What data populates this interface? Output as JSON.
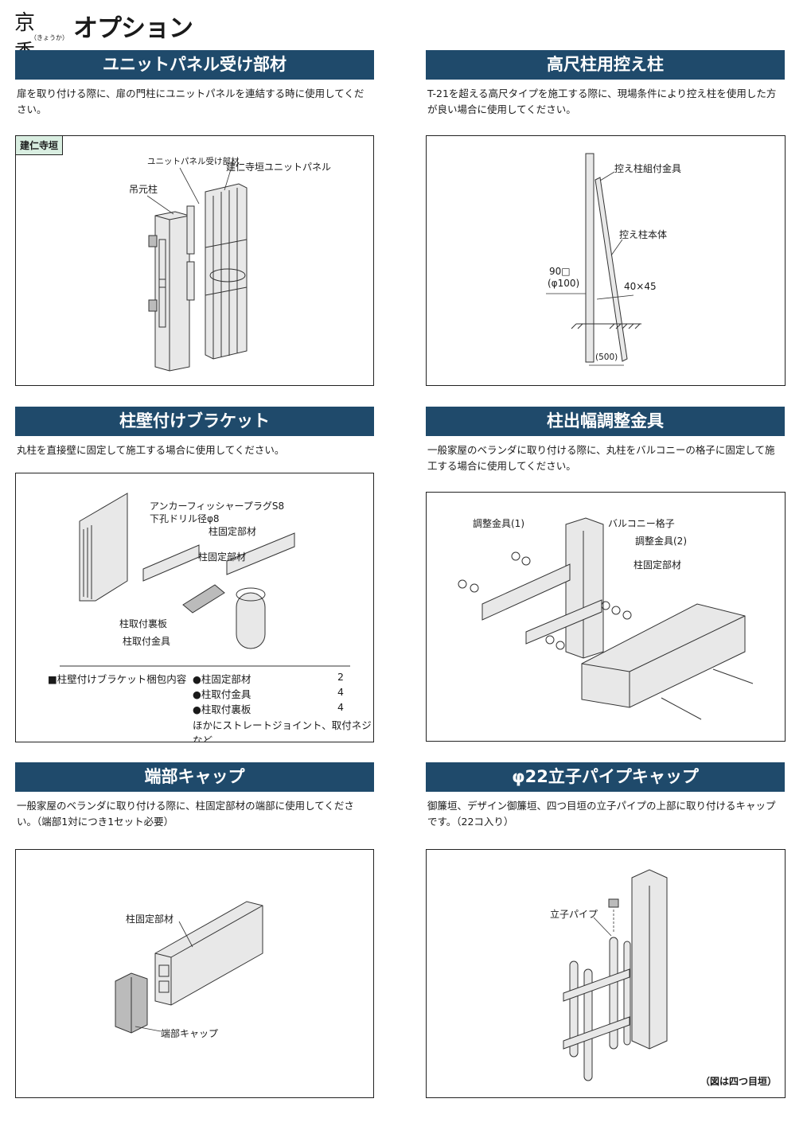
{
  "header": {
    "brand": "京香",
    "brand_reading": "（きょうか）",
    "title": "オプション"
  },
  "sections": {
    "unit_panel": {
      "title": "ユニットパネル受け部材",
      "desc": "扉を取り付ける際に、扉の門柱にユニットパネルを連結する時に使用してください。",
      "tag": "建仁寺垣",
      "labels": [
        "ユニットパネル受け部材",
        "建仁寺垣ユニットパネル",
        "吊元柱"
      ]
    },
    "tall_support": {
      "title": "高尺柱用控え柱",
      "desc": "T-21を超える高尺タイプを施工する際に、現場条件により控え柱を使用した方が良い場合に使用してください。",
      "labels": [
        "控え柱組付金具",
        "控え柱本体",
        "90□",
        "(φ100)",
        "40×45",
        "(500)"
      ]
    },
    "wall_bracket": {
      "title": "柱壁付けブラケット",
      "desc": "丸柱を直接壁に固定して施工する場合に使用してください。",
      "labels": [
        "アンカーフィッシャープラグS8",
        "下孔ドリル径φ8",
        "柱固定部材",
        "柱固定部材",
        "柱取付裏板",
        "柱取付金具"
      ],
      "package": {
        "heading": "■柱壁付けブラケット梱包内容",
        "items": [
          {
            "name": "●柱固定部材",
            "qty": "2"
          },
          {
            "name": "●柱取付金具",
            "qty": "4"
          },
          {
            "name": "●柱取付裏板",
            "qty": "4"
          }
        ],
        "extra": "ほかにストレートジョイント、取付ネジなど"
      }
    },
    "adjust": {
      "title": "柱出幅調整金具",
      "desc": "一般家屋のベランダに取り付ける際に、丸柱をバルコニーの格子に固定して施工する場合に使用してください。",
      "labels": [
        "調整金具(1)",
        "バルコニー格子",
        "調整金具(2)",
        "柱固定部材"
      ]
    },
    "end_cap": {
      "title": "端部キャップ",
      "desc": "一般家屋のベランダに取り付ける際に、柱固定部材の端部に使用してください。（端部1対につき1セット必要）",
      "labels": [
        "柱固定部材",
        "端部キャップ"
      ]
    },
    "pipe_cap": {
      "title": "φ22立子パイプキャップ",
      "desc": "御簾垣、デザイン御簾垣、四つ目垣の立子パイプの上部に取り付けるキャップです。（22コ入り）",
      "labels": [
        "立子パイプ"
      ],
      "note": "（図は四つ目垣）"
    }
  }
}
